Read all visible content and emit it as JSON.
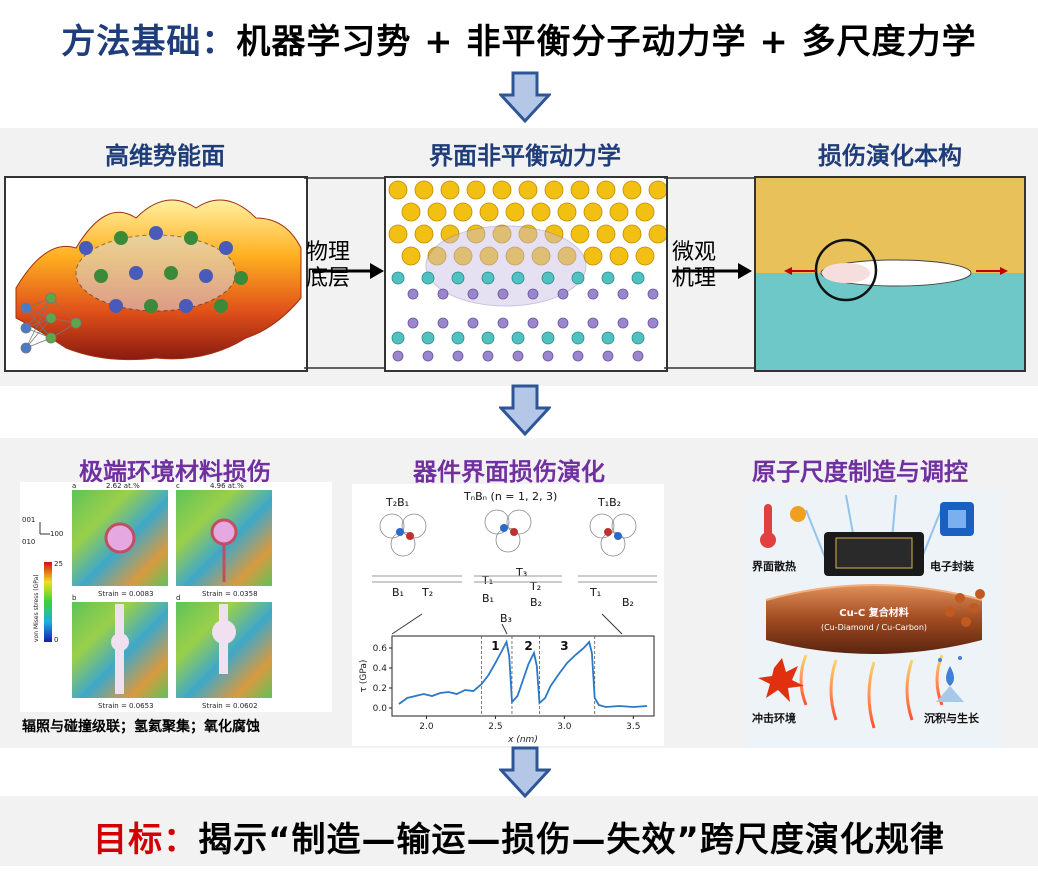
{
  "top_title": {
    "lead": "方法基础：",
    "rest": "机器学习势 + 非平衡分子动力学 + 多尺度力学"
  },
  "row1": {
    "left_header": "高维势能面",
    "mid_header": "界面非平衡动力学",
    "right_header": "损伤演化本构",
    "arrow1_label_a": "物理",
    "arrow1_label_b": "底层",
    "arrow2_label_a": "微观",
    "arrow2_label_b": "机理"
  },
  "row2": {
    "left_header": "极端环境材料损伤",
    "mid_header": "器件界面损伤演化",
    "right_header": "原子尺度制造与调控",
    "left_caption": "辐照与碰撞级联；氢氦聚集；氧化腐蚀",
    "left_panels": [
      {
        "tag": "a",
        "conc": "2.62 at.%",
        "strain": "Strain = 0.0083"
      },
      {
        "tag": "c",
        "conc": "4.96 at.%",
        "strain": "Strain = 0.0358"
      },
      {
        "tag": "b",
        "conc": "",
        "strain": "Strain = 0.0653"
      },
      {
        "tag": "d",
        "conc": "",
        "strain": "Strain = 0.0602"
      }
    ],
    "left_axes": {
      "a": "001",
      "b": "010",
      "c": "100"
    },
    "colorbar": {
      "max": "25",
      "min": "0",
      "label": "von Mises stress (GPa)"
    },
    "mid_labels": {
      "t2b1": "T₂B₁",
      "tnbn": "TₙBₙ (n = 1, 2, 3)",
      "t1b2": "T₁B₂",
      "b1t2": [
        "B₁",
        "T₂"
      ],
      "mid_atoms": [
        "T₁",
        "T₃",
        "T₂",
        "B₁",
        "B₂",
        "B₃"
      ],
      "t1b2_atoms": [
        "T₁",
        "B₂"
      ]
    },
    "right_labels": {
      "tl": "界面散热",
      "tr": "电子封装",
      "center_a": "Cu-C 复合材料",
      "center_b": "(Cu-Diamond / Cu-Carbon)",
      "bl": "冲击环境",
      "br": "沉积与生长"
    }
  },
  "chart_data": {
    "type": "line",
    "ylabel": "τ (GPa)",
    "xlabel": "x (nm)",
    "xlim": [
      1.75,
      3.65
    ],
    "ylim": [
      -0.08,
      0.72
    ],
    "xticks": [
      "2.0",
      "2.5",
      "3.0",
      "3.5"
    ],
    "yticks": [
      "0.0",
      "0.2",
      "0.4",
      "0.6"
    ],
    "dashed_x": [
      2.4,
      2.62,
      2.82,
      3.22
    ],
    "peak_labels": [
      "1",
      "2",
      "3"
    ],
    "series": [
      {
        "x": [
          1.8,
          1.86,
          1.92,
          1.98,
          2.04,
          2.1,
          2.16,
          2.22,
          2.28,
          2.34,
          2.4,
          2.45,
          2.5,
          2.55,
          2.58,
          2.6,
          2.62,
          2.66,
          2.7,
          2.74,
          2.78,
          2.8,
          2.82,
          2.86,
          2.9,
          2.96,
          3.02,
          3.08,
          3.14,
          3.18,
          3.2,
          3.22,
          3.25,
          3.3,
          3.4,
          3.5,
          3.6
        ],
        "y": [
          0.04,
          0.1,
          0.12,
          0.14,
          0.12,
          0.15,
          0.16,
          0.14,
          0.18,
          0.17,
          0.24,
          0.33,
          0.45,
          0.58,
          0.66,
          0.52,
          0.06,
          0.12,
          0.28,
          0.44,
          0.55,
          0.42,
          0.05,
          0.1,
          0.22,
          0.34,
          0.45,
          0.53,
          0.6,
          0.66,
          0.55,
          0.1,
          0.03,
          0.01,
          0.02,
          0.01,
          0.02
        ]
      }
    ]
  },
  "bottom_title": {
    "lead": "目标：",
    "rest": "揭示“制造—输运—损伤—失效”跨尺度演化规律"
  },
  "colors": {
    "navy": "#1f3d7a",
    "purple": "#7030a0",
    "red": "#d00000",
    "band": "#f2f2f2",
    "arrow_fill": "#b4c7e7",
    "arrow_stroke": "#2f5597"
  }
}
